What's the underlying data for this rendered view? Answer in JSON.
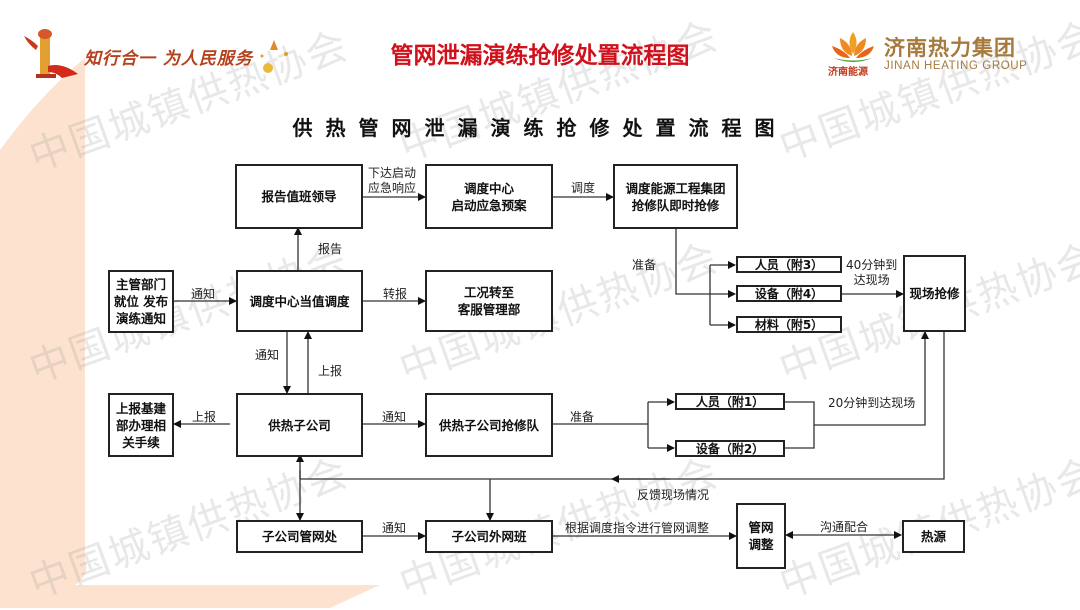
{
  "header": {
    "slogan": "知行合一 为人民服务",
    "slide_title": "管网泄漏演练抢修处置流程图",
    "logo": {
      "name_cn": "济南热力集团",
      "name_en": "JINAN HEATING GROUP",
      "sub": "济南能源"
    }
  },
  "watermark": "中国城镇供热协会",
  "document_title": "供热管网泄漏演练抢修处置流程图",
  "nodes": {
    "report_leader": "报告值班领导",
    "dispatch_plan": [
      "调度中心",
      "启动应急预案"
    ],
    "engineering_team": [
      "调度能源工程集团",
      "抢修队即时抢修"
    ],
    "authority": [
      "主管部门",
      "就位 发布",
      "演练通知"
    ],
    "dispatch_duty": "调度中心当值调度",
    "customer_service": [
      "工况转至",
      "客服管理部"
    ],
    "personnel_3": "人员（附3）",
    "equipment_4": "设备（附4）",
    "materials_5": "材料（附5）",
    "onsite_repair": "现场抢修",
    "construction_dept": [
      "上报基建",
      "部办理相",
      "关手续"
    ],
    "subsidiary": "供热子公司",
    "subsidiary_team": "供热子公司抢修队",
    "personnel_1": "人员（附1）",
    "equipment_2": "设备（附2）",
    "pipe_office": "子公司管网处",
    "outer_network": "子公司外网班",
    "pipe_adjust": [
      "管网",
      "调整"
    ],
    "heat_source": "热源"
  },
  "edges": {
    "issue_response": [
      "下达启动",
      "应急响应"
    ],
    "dispatch": "调度",
    "prepare_top": "准备",
    "arrive_40": [
      "40分钟到",
      "达现场"
    ],
    "report": "报告",
    "notify_authority": "通知",
    "transfer": "转报",
    "notify_down": "通知",
    "report_up": "上报",
    "report_left": "上报",
    "notify_team": "通知",
    "prepare_bottom": "准备",
    "arrive_20": "20分钟到达现场",
    "feedback": "反馈现场情况",
    "notify_outer": "通知",
    "adjust_instruction": "根据调度指令进行管网调整",
    "coordinate": "沟通配合"
  },
  "colors": {
    "title_red": "#d0101b",
    "band_orange": "#fde3cf",
    "logo_gold": "#a57a3c"
  }
}
